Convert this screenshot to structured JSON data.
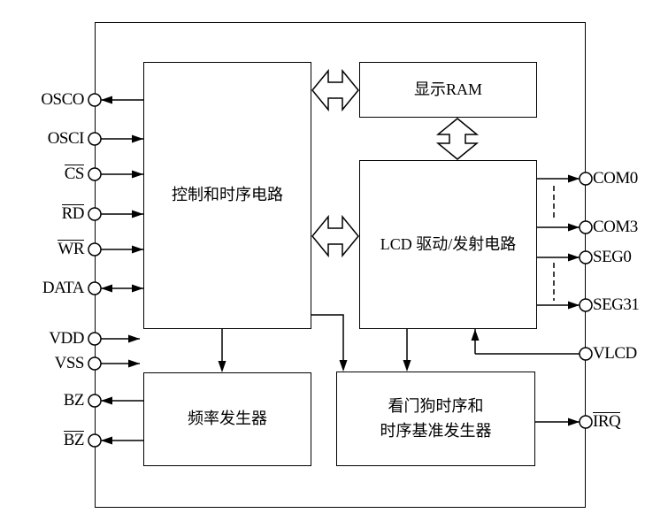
{
  "diagram": {
    "background": "#ffffff",
    "line_color": "#000000",
    "blocks": {
      "control": {
        "label": "控制和时序电路"
      },
      "display_ram": {
        "label": "显示RAM"
      },
      "lcd_driver": {
        "label": "LCD 驱动/发射电路"
      },
      "frequency_generator": {
        "label": "频率发生器"
      },
      "watchdog": {
        "line1": "看门狗时序和",
        "line2": "时序基准发生器"
      }
    },
    "pins": {
      "left": [
        {
          "label": "OSCO",
          "overline": false,
          "direction": "output"
        },
        {
          "label": "OSCI",
          "overline": false,
          "direction": "input"
        },
        {
          "label": "CS",
          "overline": true,
          "direction": "input"
        },
        {
          "label": "RD",
          "overline": true,
          "direction": "input"
        },
        {
          "label": "WR",
          "overline": true,
          "direction": "input"
        },
        {
          "label": "DATA",
          "overline": false,
          "direction": "bidirectional"
        },
        {
          "label": "VDD",
          "overline": false,
          "direction": "input"
        },
        {
          "label": "VSS",
          "overline": false,
          "direction": "input"
        },
        {
          "label": "BZ",
          "overline": false,
          "direction": "output"
        },
        {
          "label": "BZ",
          "overline": true,
          "direction": "output"
        }
      ],
      "right": [
        {
          "label": "COM0",
          "overline": false,
          "direction": "output"
        },
        {
          "label": "COM3",
          "overline": false,
          "direction": "output"
        },
        {
          "label": "SEG0",
          "overline": false,
          "direction": "output"
        },
        {
          "label": "SEG31",
          "overline": false,
          "direction": "output"
        },
        {
          "label": "VLCD",
          "overline": false,
          "direction": "input"
        },
        {
          "label": "IRQ",
          "overline": true,
          "direction": "output"
        }
      ]
    }
  }
}
